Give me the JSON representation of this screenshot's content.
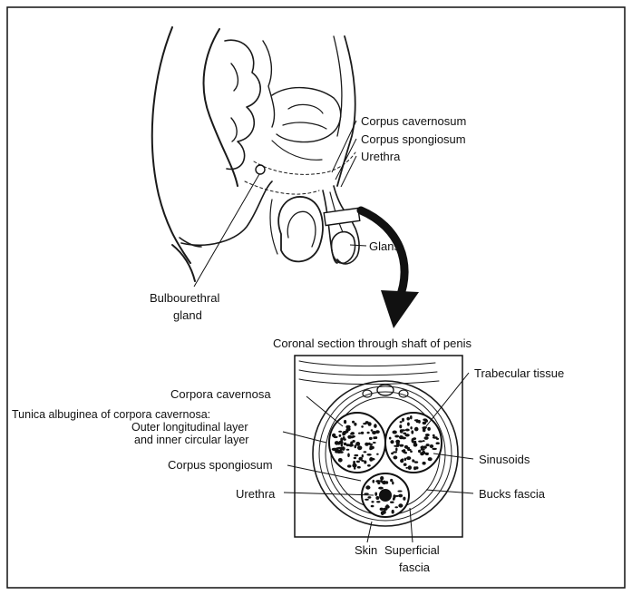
{
  "upper_labels": {
    "corpus_cavernosum": "Corpus cavernosum",
    "corpus_spongiosum": "Corpus spongiosum",
    "urethra": "Urethra",
    "glans": "Glans",
    "bulbourethral_1": "Bulbourethral",
    "bulbourethral_2": "gland"
  },
  "section_title": "Coronal section through shaft of penis",
  "lower_labels": {
    "trabecular_tissue": "Trabecular tissue",
    "corpora_cavernosa": "Corpora cavernosa",
    "tunica_1": "Tunica albuginea of corpora cavernosa:",
    "tunica_2": "Outer longitudinal layer",
    "tunica_3": "and inner circular layer",
    "sinusoids": "Sinusoids",
    "corpus_spongiosum": "Corpus spongiosum",
    "urethra": "Urethra",
    "bucks_fascia": "Bucks fascia",
    "skin": "Skin",
    "superficial_1": "Superficial",
    "superficial_2": "fascia"
  }
}
